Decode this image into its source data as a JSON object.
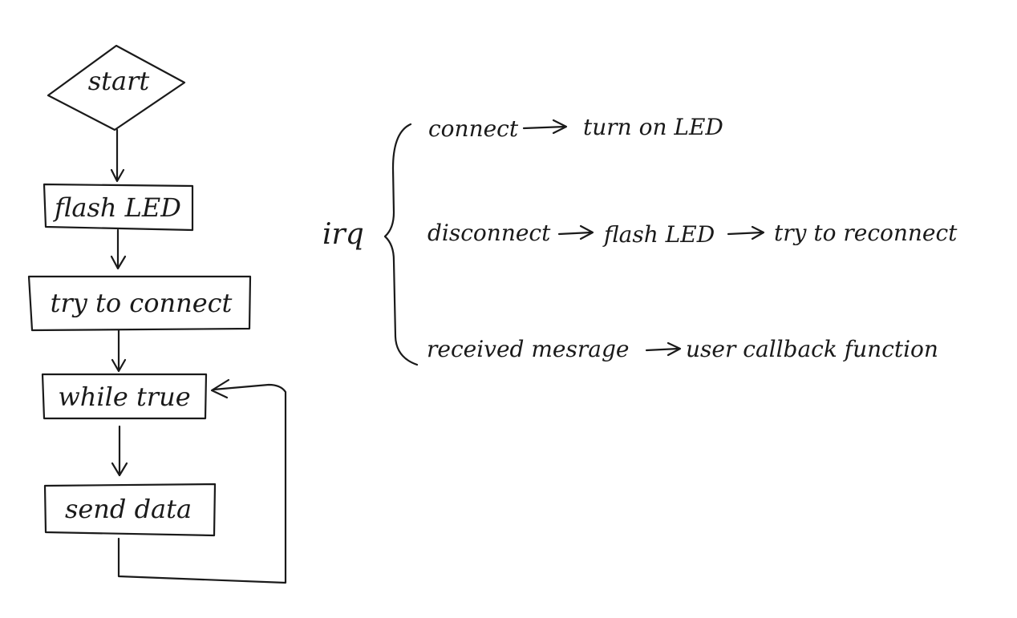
{
  "flowchart": {
    "start": "start",
    "flash_led": "flash LED",
    "try_connect": "try to connect",
    "while_true": "while true",
    "send_data": "send data"
  },
  "irq": {
    "label": "irq",
    "branches": [
      {
        "event": "connect",
        "steps": [
          "turn on LED"
        ]
      },
      {
        "event": "disconnect",
        "steps": [
          "flash LED",
          "try to reconnect"
        ]
      },
      {
        "event": "received mesrage",
        "steps": [
          "user callback function"
        ]
      }
    ]
  }
}
